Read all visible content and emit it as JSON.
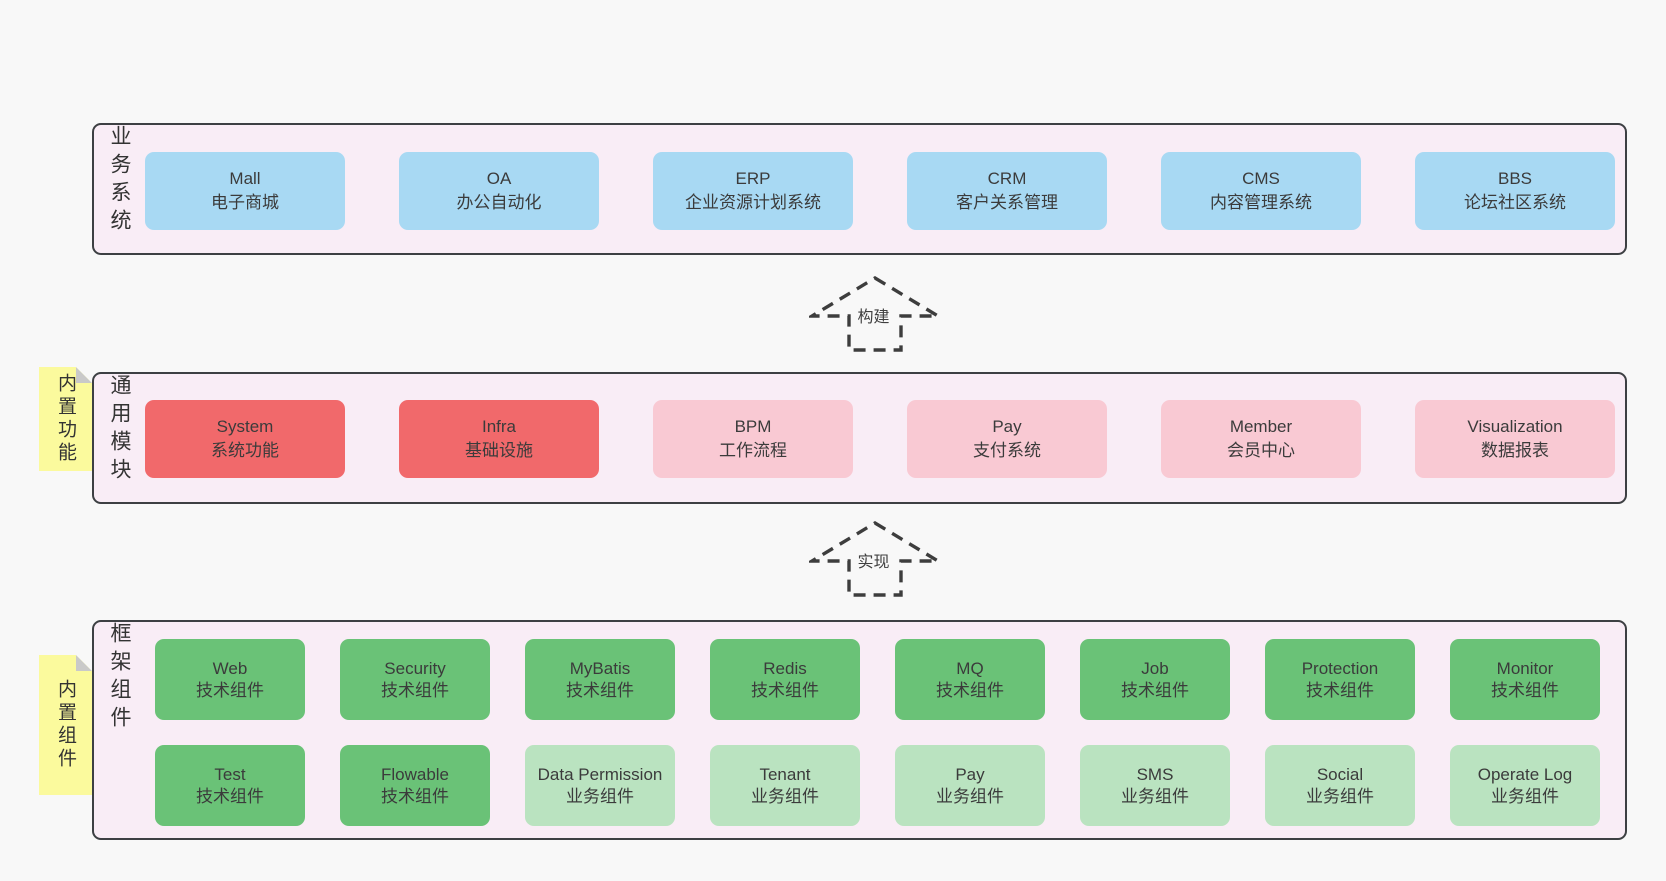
{
  "page": {
    "background": "#f8f8f8"
  },
  "colors": {
    "panel_bg": "#f9edf6",
    "panel_border": "#3d4043",
    "box_blue": "#a8d9f3",
    "box_red": "#f1696b",
    "box_pink": "#f9c9d3",
    "box_green": "#6ac277",
    "box_light_green": "#bae3c0",
    "sticky_yellow": "#fbfa9d",
    "sticky_fold": "#c9c9c9",
    "text": "#3b3b3b"
  },
  "arrows": [
    {
      "label": "构建"
    },
    {
      "label": "实现"
    }
  ],
  "sections": {
    "business": {
      "side_label": "业务系统",
      "boxes": [
        {
          "title": "Mall",
          "subtitle": "电子商城",
          "variant": "blue"
        },
        {
          "title": "OA",
          "subtitle": "办公自动化",
          "variant": "blue"
        },
        {
          "title": "ERP",
          "subtitle": "企业资源计划系统",
          "variant": "blue"
        },
        {
          "title": "CRM",
          "subtitle": "客户关系管理",
          "variant": "blue"
        },
        {
          "title": "CMS",
          "subtitle": "内容管理系统",
          "variant": "blue"
        },
        {
          "title": "BBS",
          "subtitle": "论坛社区系统",
          "variant": "blue"
        }
      ]
    },
    "modules": {
      "sticky": "内置功能",
      "side_label": "通用模块",
      "boxes": [
        {
          "title": "System",
          "subtitle": "系统功能",
          "variant": "red"
        },
        {
          "title": "Infra",
          "subtitle": "基础设施",
          "variant": "red"
        },
        {
          "title": "BPM",
          "subtitle": "工作流程",
          "variant": "pink"
        },
        {
          "title": "Pay",
          "subtitle": "支付系统",
          "variant": "pink"
        },
        {
          "title": "Member",
          "subtitle": "会员中心",
          "variant": "pink"
        },
        {
          "title": "Visualization",
          "subtitle": "数据报表",
          "variant": "pink"
        }
      ]
    },
    "components": {
      "sticky": "内置组件",
      "side_label": "框架组件",
      "rows": [
        [
          {
            "title": "Web",
            "subtitle": "技术组件",
            "variant": "green"
          },
          {
            "title": "Security",
            "subtitle": "技术组件",
            "variant": "green"
          },
          {
            "title": "MyBatis",
            "subtitle": "技术组件",
            "variant": "green"
          },
          {
            "title": "Redis",
            "subtitle": "技术组件",
            "variant": "green"
          },
          {
            "title": "MQ",
            "subtitle": "技术组件",
            "variant": "green"
          },
          {
            "title": "Job",
            "subtitle": "技术组件",
            "variant": "green"
          },
          {
            "title": "Protection",
            "subtitle": "技术组件",
            "variant": "green"
          },
          {
            "title": "Monitor",
            "subtitle": "技术组件",
            "variant": "green"
          }
        ],
        [
          {
            "title": "Test",
            "subtitle": "技术组件",
            "variant": "green"
          },
          {
            "title": "Flowable",
            "subtitle": "技术组件",
            "variant": "green"
          },
          {
            "title": "Data Permission",
            "subtitle": "业务组件",
            "variant": "lightgreen"
          },
          {
            "title": "Tenant",
            "subtitle": "业务组件",
            "variant": "lightgreen"
          },
          {
            "title": "Pay",
            "subtitle": "业务组件",
            "variant": "lightgreen"
          },
          {
            "title": "SMS",
            "subtitle": "业务组件",
            "variant": "lightgreen"
          },
          {
            "title": "Social",
            "subtitle": "业务组件",
            "variant": "lightgreen"
          },
          {
            "title": "Operate Log",
            "subtitle": "业务组件",
            "variant": "lightgreen"
          }
        ]
      ]
    }
  }
}
